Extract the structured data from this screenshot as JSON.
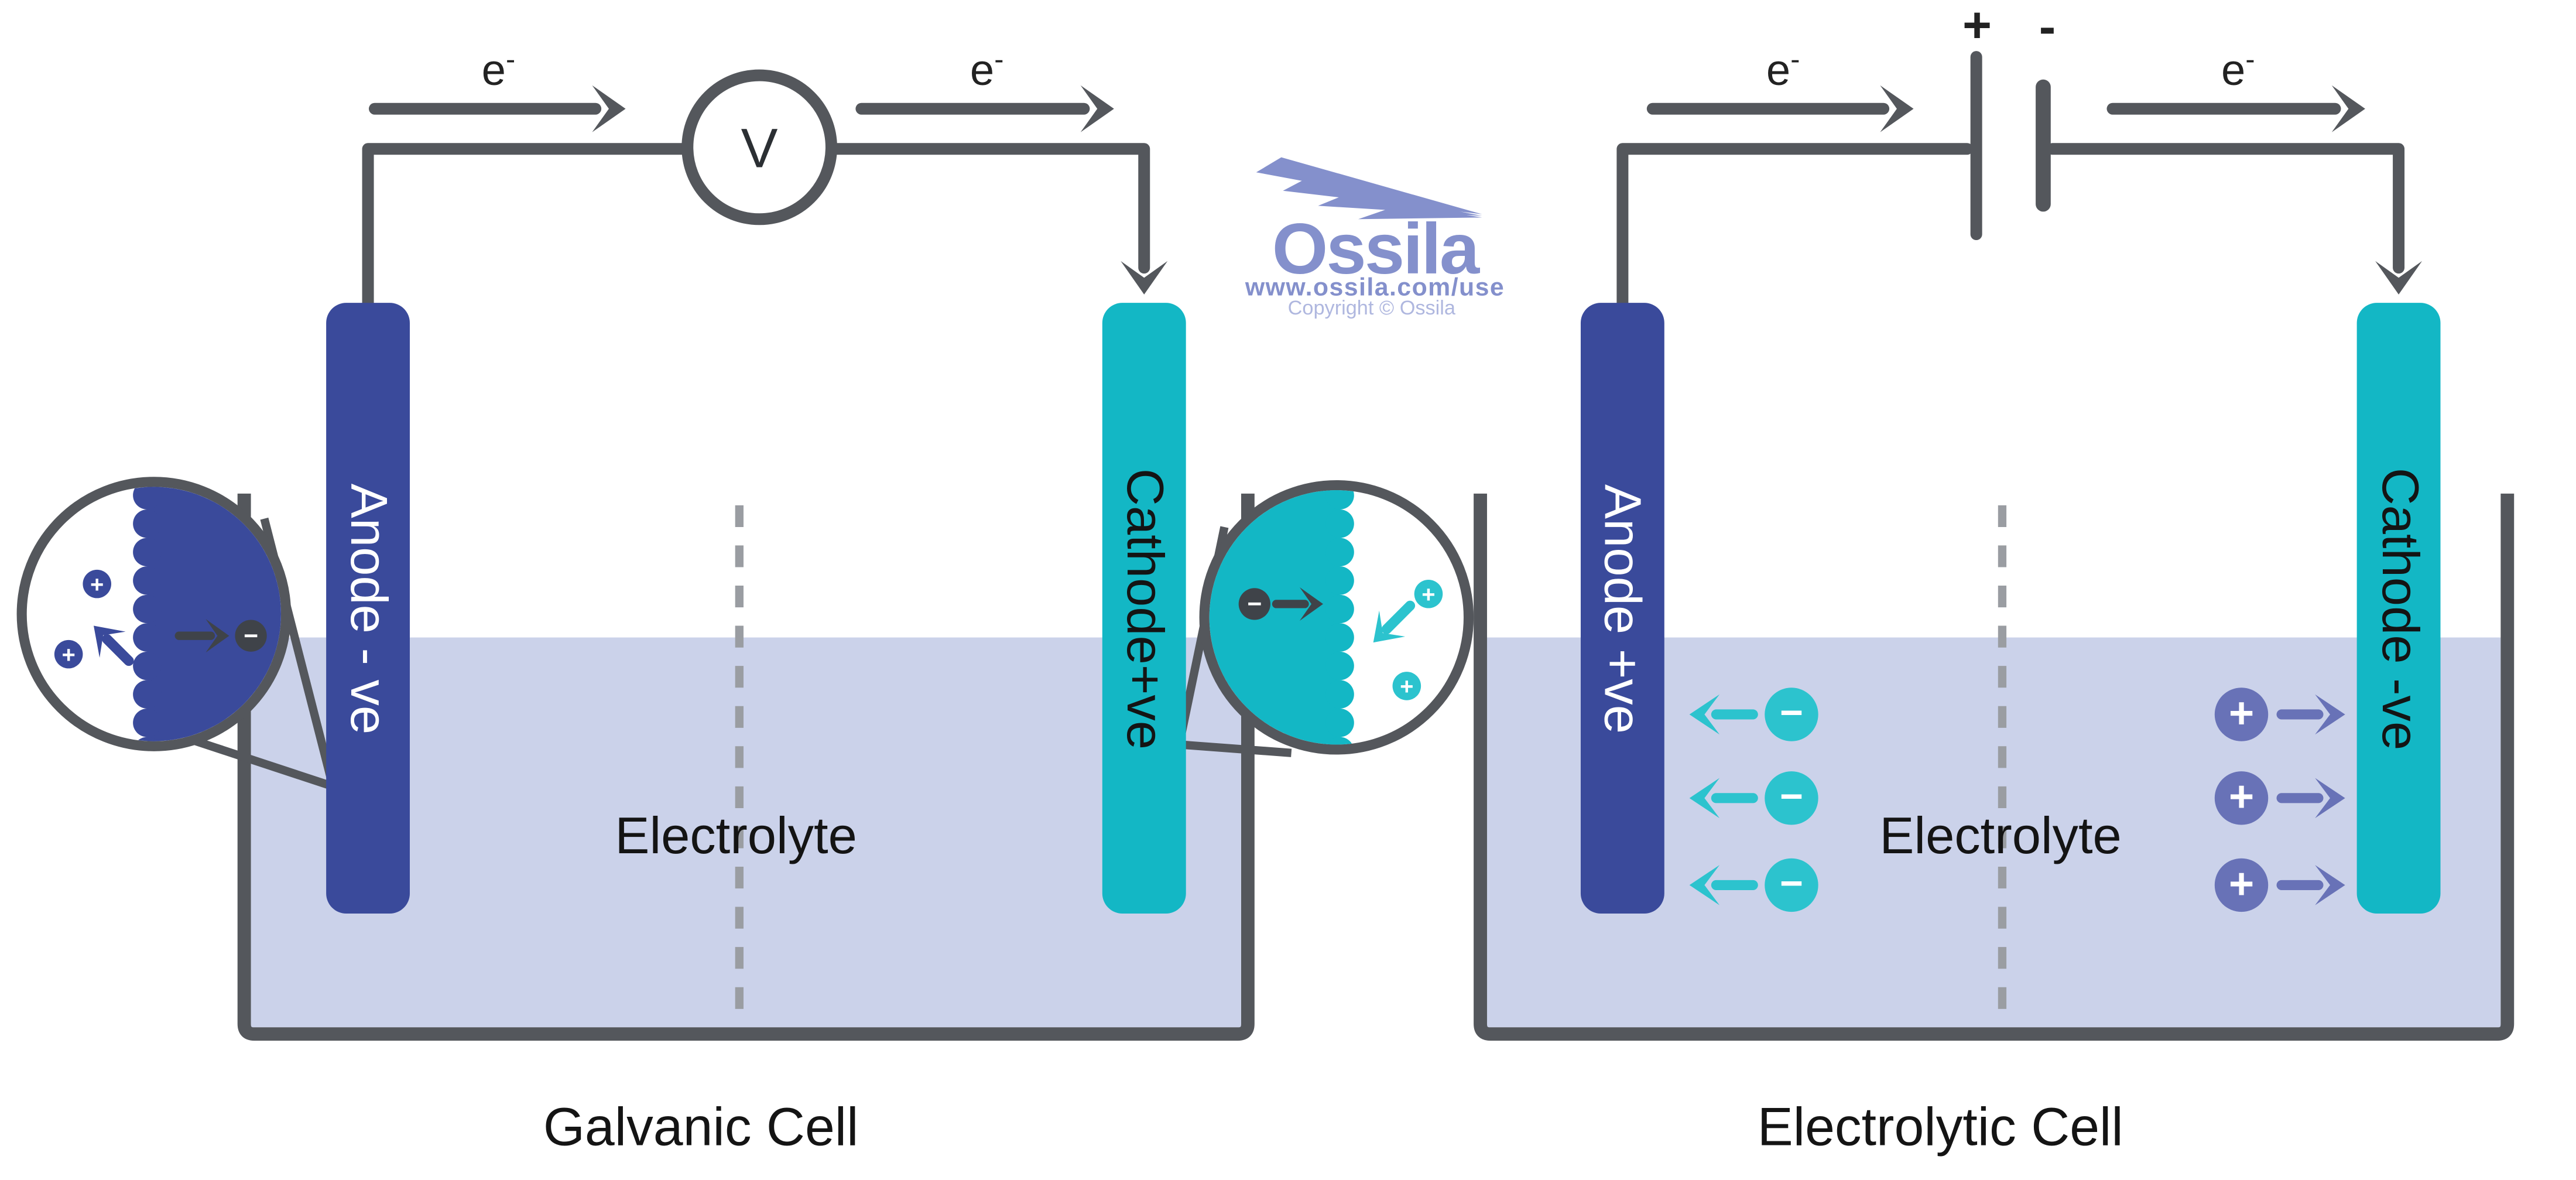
{
  "colors": {
    "blue": "#3A4A9B",
    "teal": "#13B7C5",
    "teal-ion": "#2CC3CE",
    "purple-ion": "#6872B7",
    "electrolyte": "#CBD2EA",
    "wire": "#54575C",
    "dash": "#9A9DA2",
    "electron": "#3F4349",
    "brand": "#8490CC",
    "brand-light": "#AFB7DF"
  },
  "electron": {
    "base": "e",
    "sup": "-"
  },
  "galvanic": {
    "title": "Galvanic Cell",
    "voltmeter": "V",
    "anode": "Anode - ve",
    "cathode": "Cathode+ve",
    "electrolyte": "Electrolyte",
    "anode_zoom": {
      "cation_symbol": "+",
      "electron_symbol": "−"
    },
    "cathode_zoom": {
      "cation_symbol": "+",
      "electron_symbol": "−"
    }
  },
  "electrolytic": {
    "title": "Electrolytic Cell",
    "battery_plus": "+",
    "battery_minus": "-",
    "anode": "Anode +ve",
    "cathode": "Cathode -ve",
    "electrolyte": "Electrolyte",
    "anion_symbol": "−",
    "cation_symbol": "+"
  },
  "watermark": {
    "brand": "Ossila",
    "url": "www.ossila.com/use",
    "copyright": "Copyright © Ossila"
  }
}
